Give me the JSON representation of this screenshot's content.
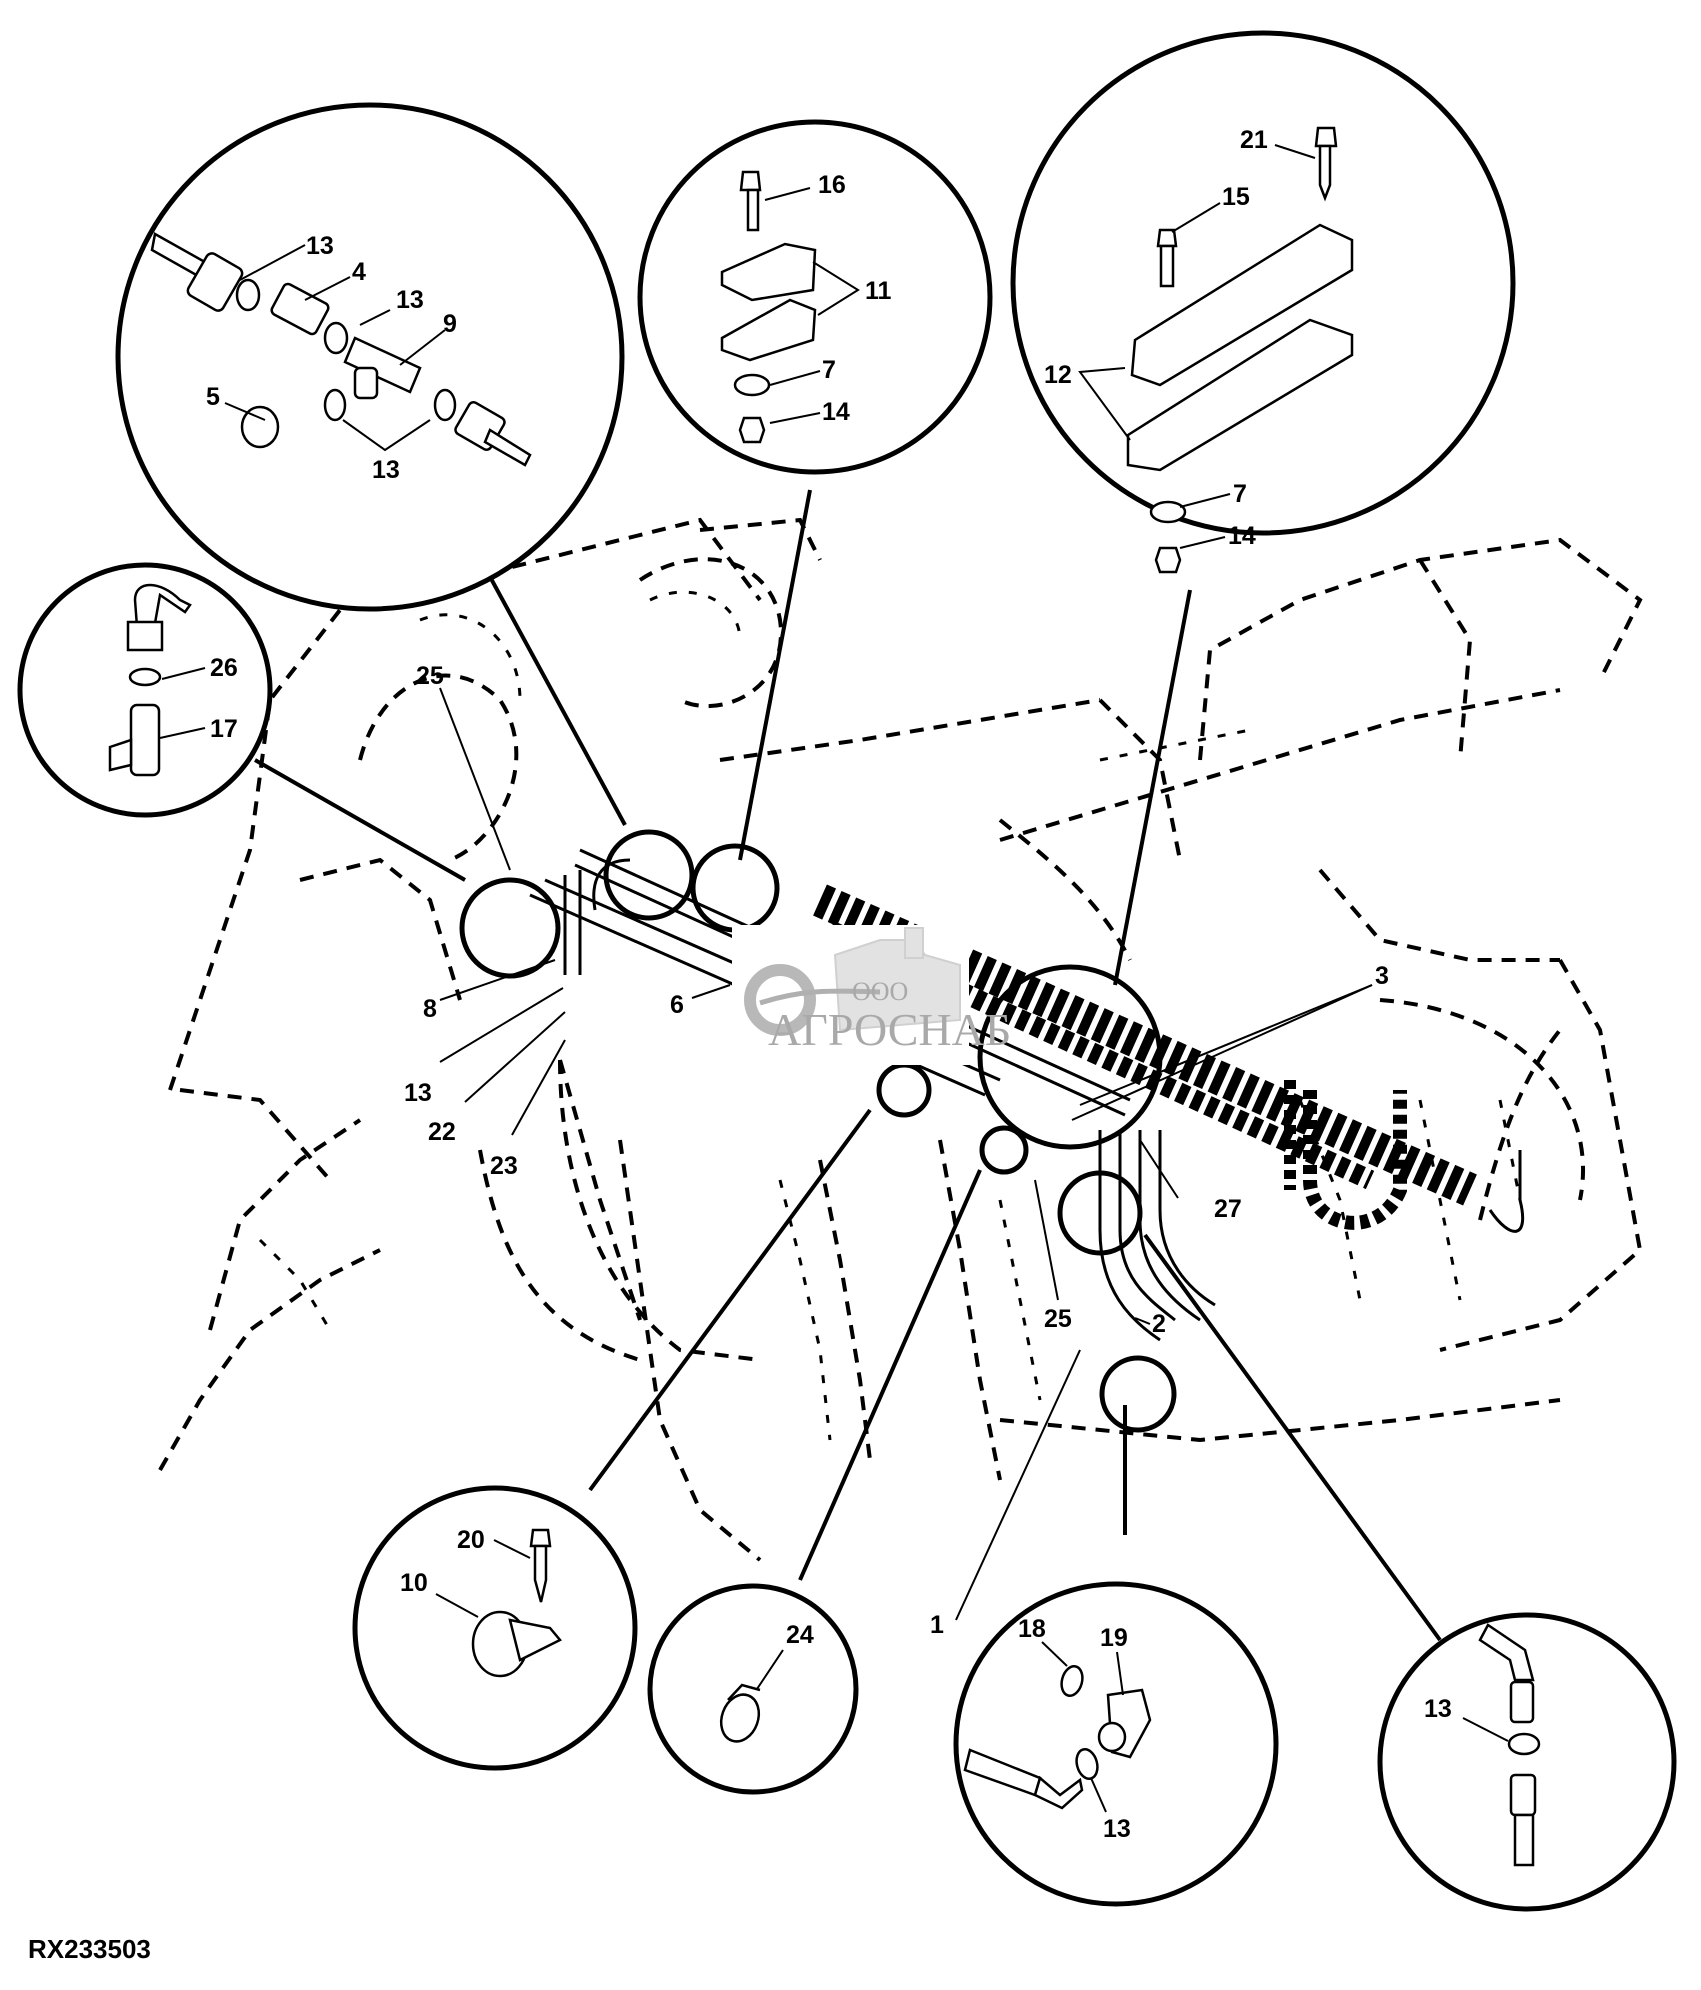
{
  "figure": {
    "id": "RX233503",
    "type": "exploded parts diagram",
    "subject": "hydraulic/fuel line routing with clamps and fittings"
  },
  "watermark": {
    "prefix": "ООО",
    "name": "АГРОСНАБ",
    "icons": [
      "gear-icon",
      "combine-harvester-icon"
    ]
  },
  "callouts": [
    {
      "id": "detail-fittings-tee",
      "labels": [
        "13",
        "4",
        "13",
        "9",
        "5",
        "13"
      ]
    },
    {
      "id": "detail-clamp-small",
      "labels": [
        "16",
        "11",
        "7",
        "14"
      ]
    },
    {
      "id": "detail-clamp-large",
      "labels": [
        "21",
        "15",
        "12",
        "7",
        "14"
      ]
    },
    {
      "id": "detail-tee-26-17",
      "labels": [
        "26",
        "17"
      ]
    },
    {
      "id": "detail-clamp-10-20",
      "labels": [
        "20",
        "10"
      ]
    },
    {
      "id": "detail-hose-clamp",
      "labels": [
        "24"
      ]
    },
    {
      "id": "detail-elbow",
      "labels": [
        "18",
        "19",
        "13"
      ]
    },
    {
      "id": "detail-line-end",
      "labels": [
        "13"
      ]
    }
  ],
  "labels": {
    "l13a": "13",
    "l4": "4",
    "l13b": "13",
    "l9": "9",
    "l5": "5",
    "l13c": "13",
    "l16": "16",
    "l11": "11",
    "l7a": "7",
    "l14a": "14",
    "l21": "21",
    "l15": "15",
    "l12": "12",
    "l7b": "7",
    "l14b": "14",
    "l26": "26",
    "l17": "17",
    "l25a": "25",
    "l8": "8",
    "l13d": "13",
    "l22": "22",
    "l23": "23",
    "l6": "6",
    "l3": "3",
    "l27": "27",
    "l25b": "25",
    "l2": "2",
    "l1": "1",
    "l20": "20",
    "l10": "10",
    "l24": "24",
    "l18": "18",
    "l19": "19",
    "l13e": "13",
    "l13f": "13"
  }
}
